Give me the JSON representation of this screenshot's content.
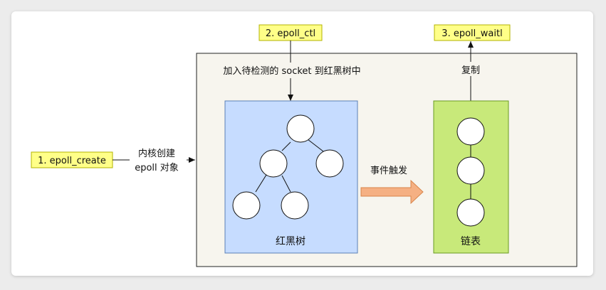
{
  "labels": {
    "epoll_create": "1. epoll_create",
    "epoll_ctl": "2. epoll_ctl",
    "epoll_wait": "3. epoll_waitl"
  },
  "annotations": {
    "kernel_create_line1": "内核创建",
    "kernel_create_line2": "epoll 对象",
    "add_socket": "加入待检测的 socket 到红黑树中",
    "copy": "复制",
    "event_trigger": "事件触发"
  },
  "boxes": {
    "rb_tree": "红黑树",
    "linked_list": "链表"
  },
  "colors": {
    "label_fill": "#ffff88",
    "label_stroke": "#b3b300",
    "epoll_container_fill": "#f7f5ee",
    "rb_tree_fill": "#c6dcff",
    "rb_tree_stroke": "#5b7fb5",
    "list_fill": "#c8e97a",
    "list_stroke": "#6a9a22",
    "arrow_fill": "#f5b083",
    "arrow_stroke": "#d8854a"
  }
}
